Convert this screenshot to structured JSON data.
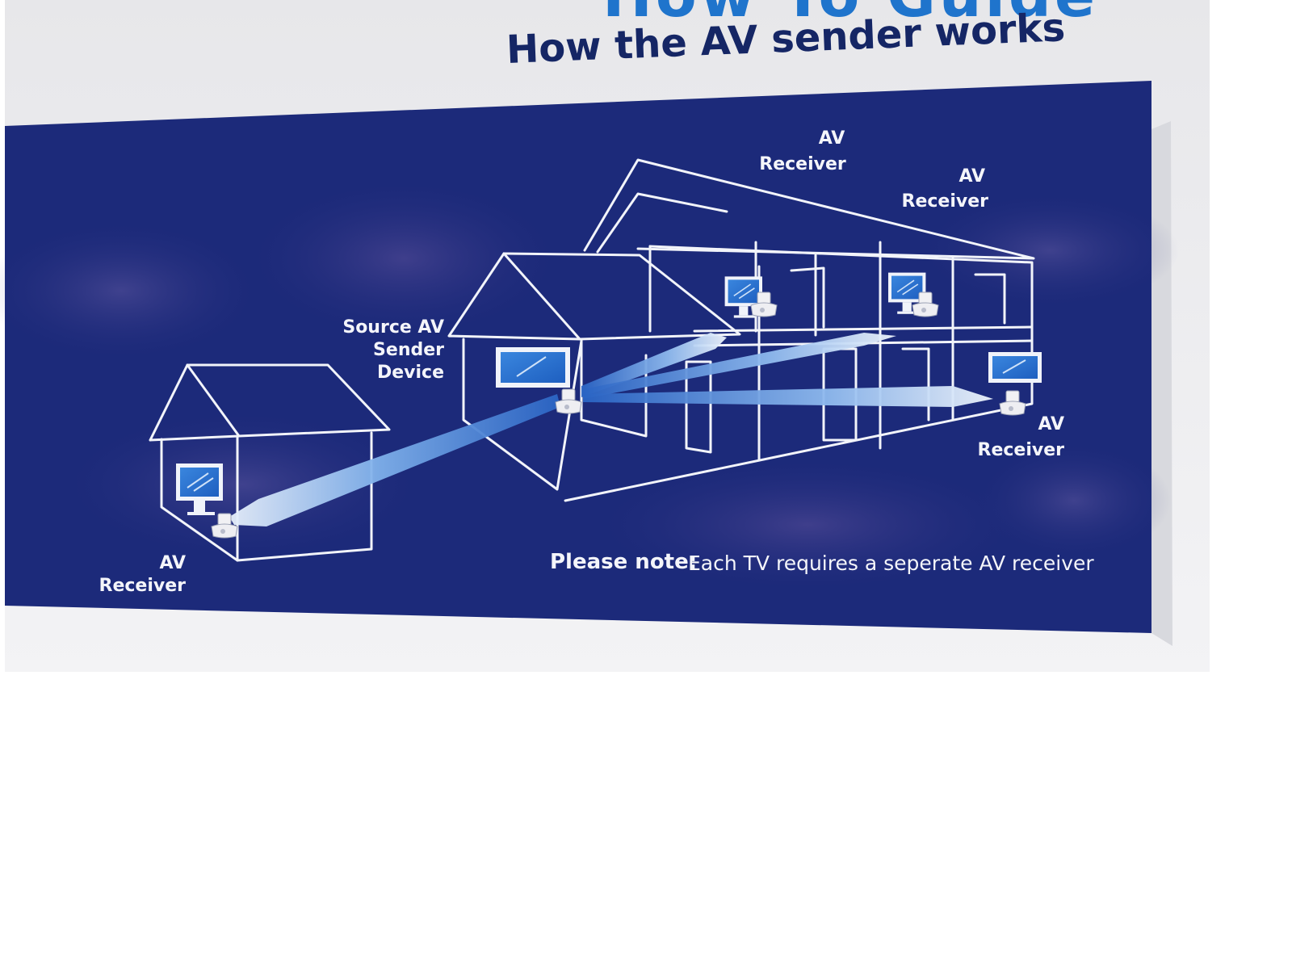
{
  "header": {
    "banner_title": "How To Guide",
    "heading": "How the AV sender works"
  },
  "diagram": {
    "labels": {
      "source_line1": "Source AV",
      "source_line2": "Sender",
      "source_line3": "Device",
      "receiver_line1": "AV",
      "receiver_line2": "Receiver"
    },
    "note": {
      "bold": "Please note:",
      "text": "Each TV requires a seperate AV receiver"
    }
  },
  "colors": {
    "panel": "#1c2a7a",
    "heading": "#152665",
    "banner": "#1f74cc",
    "signal_light": "#e3edf9",
    "signal_dark": "#2a64c4"
  }
}
